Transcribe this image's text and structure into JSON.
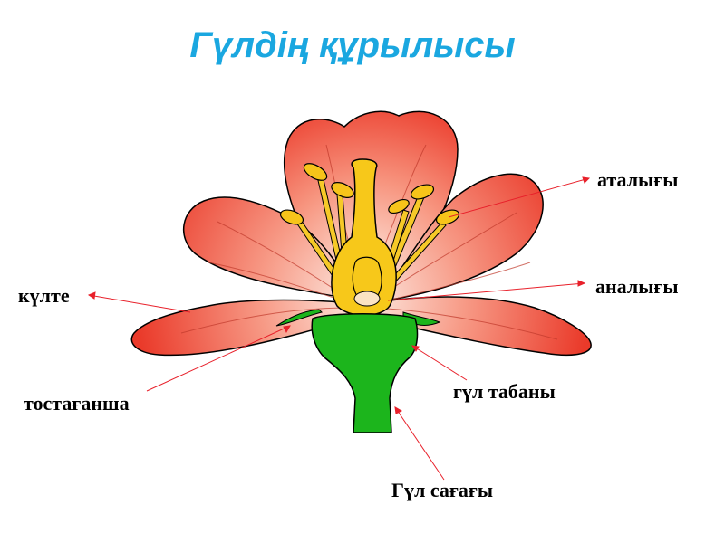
{
  "title": "Гүлдің құрылысы",
  "colors": {
    "title": "#1aa7e0",
    "petal_dark": "#ec3c2c",
    "petal_light": "#fde6dc",
    "pistil": "#f7c81a",
    "stamen": "#f5c21a",
    "receptacle": "#1cb51c",
    "leader_line": "#e8202a"
  },
  "labels": {
    "stamen": "аталығы",
    "pistil": "аналығы",
    "petal": "күлте",
    "sepal": "тостағанша",
    "receptacle": "гүл табаны",
    "stalk": "Гүл сағағы"
  }
}
